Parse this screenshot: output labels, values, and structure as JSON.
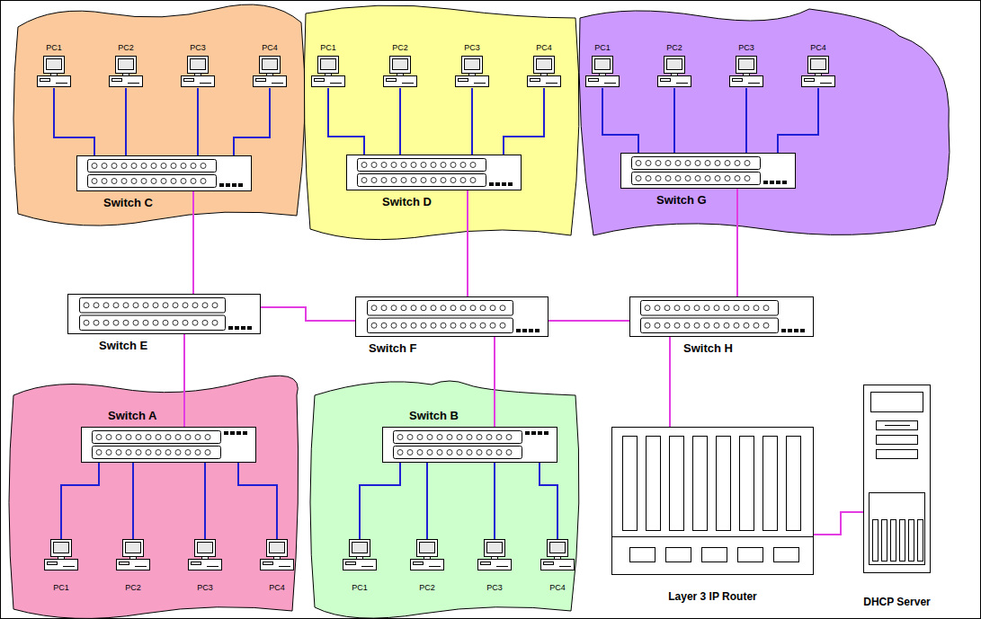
{
  "diagram": {
    "nodes": [
      {
        "text": [
          "PC1"
        ]
      },
      {
        "text": [
          "PC2"
        ]
      },
      {
        "text": [
          "PC3"
        ]
      },
      {
        "text": [
          "PC4"
        ]
      },
      {
        "text": [
          "Switch C"
        ]
      },
      {
        "text": [
          "PC1"
        ]
      },
      {
        "text": [
          "PC2"
        ]
      },
      {
        "text": [
          "PC3"
        ]
      },
      {
        "text": [
          "PC4"
        ]
      },
      {
        "text": [
          "Switch D"
        ]
      },
      {
        "text": [
          "PC1"
        ]
      },
      {
        "text": [
          "PC2"
        ]
      },
      {
        "text": [
          "PC3"
        ]
      },
      {
        "text": [
          "PC4"
        ]
      },
      {
        "text": [
          "Switch G"
        ]
      },
      {
        "text": [
          "Switch E"
        ]
      },
      {
        "text": [
          "Switch F"
        ]
      },
      {
        "text": [
          "Switch H"
        ]
      },
      {
        "text": [
          "Switch A"
        ]
      },
      {
        "text": [
          "PC1"
        ]
      },
      {
        "text": [
          "PC2"
        ]
      },
      {
        "text": [
          "PC3"
        ]
      },
      {
        "text": [
          "PC4"
        ]
      },
      {
        "text": [
          "Switch B"
        ]
      },
      {
        "text": [
          "PC1"
        ]
      },
      {
        "text": [
          "PC2"
        ]
      },
      {
        "text": [
          "PC3"
        ]
      },
      {
        "text": [
          "PC4"
        ]
      },
      {
        "text": [
          "Layer 3 IP Router"
        ]
      },
      {
        "text": [
          "DHCP Server"
        ]
      }
    ],
    "edges": [
      {
        "from": 0,
        "to": 4,
        "arrow": "none"
      },
      {
        "from": 1,
        "to": 4,
        "arrow": "none"
      },
      {
        "from": 2,
        "to": 4,
        "arrow": "none"
      },
      {
        "from": 3,
        "to": 4,
        "arrow": "none"
      },
      {
        "from": 5,
        "to": 9,
        "arrow": "none"
      },
      {
        "from": 6,
        "to": 9,
        "arrow": "none"
      },
      {
        "from": 7,
        "to": 9,
        "arrow": "none"
      },
      {
        "from": 8,
        "to": 9,
        "arrow": "none"
      },
      {
        "from": 10,
        "to": 14,
        "arrow": "none"
      },
      {
        "from": 11,
        "to": 14,
        "arrow": "none"
      },
      {
        "from": 12,
        "to": 14,
        "arrow": "none"
      },
      {
        "from": 13,
        "to": 14,
        "arrow": "none"
      },
      {
        "from": 4,
        "to": 15,
        "arrow": "none"
      },
      {
        "from": 9,
        "to": 16,
        "arrow": "none"
      },
      {
        "from": 14,
        "to": 17,
        "arrow": "none"
      },
      {
        "from": 15,
        "to": 16,
        "arrow": "none"
      },
      {
        "from": 16,
        "to": 17,
        "arrow": "none"
      },
      {
        "from": 15,
        "to": 18,
        "arrow": "none"
      },
      {
        "from": 16,
        "to": 23,
        "arrow": "none"
      },
      {
        "from": 17,
        "to": 28,
        "arrow": "none"
      },
      {
        "from": 19,
        "to": 18,
        "arrow": "none"
      },
      {
        "from": 20,
        "to": 18,
        "arrow": "none"
      },
      {
        "from": 21,
        "to": 18,
        "arrow": "none"
      },
      {
        "from": 22,
        "to": 18,
        "arrow": "none"
      },
      {
        "from": 24,
        "to": 23,
        "arrow": "none"
      },
      {
        "from": 25,
        "to": 23,
        "arrow": "none"
      },
      {
        "from": 26,
        "to": 23,
        "arrow": "none"
      },
      {
        "from": 27,
        "to": 23,
        "arrow": "none"
      },
      {
        "from": 28,
        "to": 29,
        "arrow": "none"
      }
    ]
  }
}
